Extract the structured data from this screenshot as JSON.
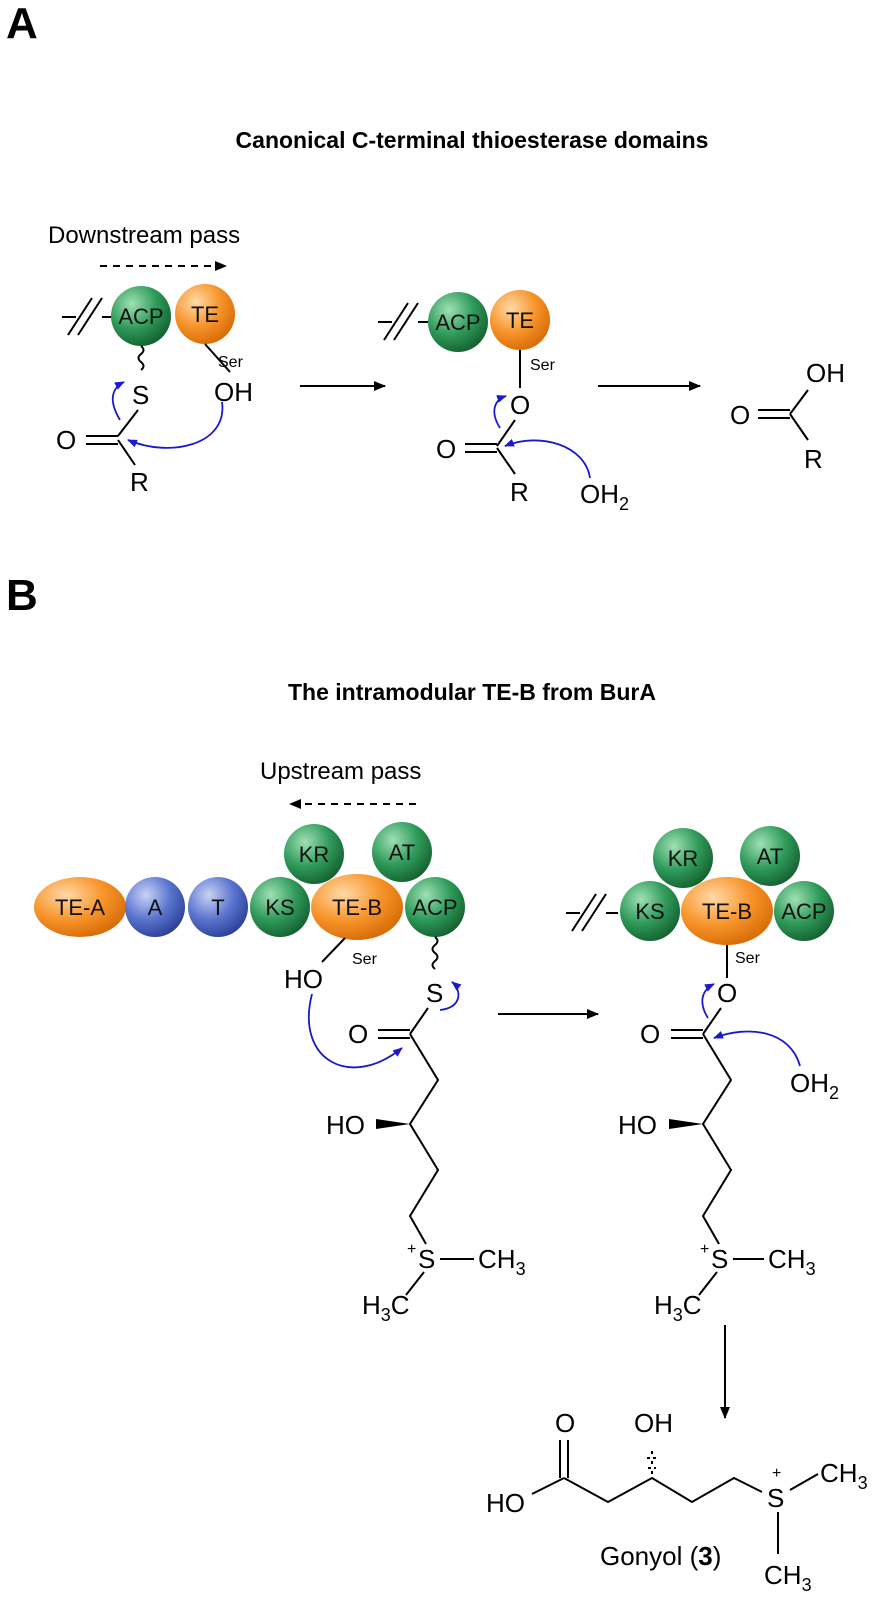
{
  "panelA": {
    "letter": "A",
    "title": "Canonical C-terminal thioesterase domains",
    "pass_label": "Downstream pass",
    "domains": {
      "acp": "ACP",
      "te": "TE"
    },
    "ser": "Ser",
    "atoms": {
      "S": "S",
      "OH": "OH",
      "O": "O",
      "R": "R",
      "OH2": "OH",
      "sub2": "2"
    }
  },
  "panelB": {
    "letter": "B",
    "title": "The intramodular TE-B from BurA",
    "pass_label": "Upstream pass",
    "domains": {
      "tea": "TE-A",
      "a": "A",
      "t": "T",
      "ks": "KS",
      "teb": "TE-B",
      "acp": "ACP",
      "kr": "KR",
      "at": "AT"
    },
    "ser": "Ser",
    "atoms": {
      "HO": "HO",
      "S": "S",
      "O": "O",
      "HO_chiral": "HO",
      "plus": "+",
      "CH": "CH",
      "H": "H",
      "C": "C",
      "sub3": "3",
      "OH2": "OH",
      "sub2": "2",
      "OH": "OH"
    },
    "product": {
      "name_prefix": "Gonyol (",
      "compound_number": "3",
      "name_suffix": ")"
    }
  },
  "colors": {
    "green": "#1e8a4a",
    "orange": "#f48a1e",
    "blue": "#3b5bb8",
    "arrow_push": "#1a1acc"
  }
}
